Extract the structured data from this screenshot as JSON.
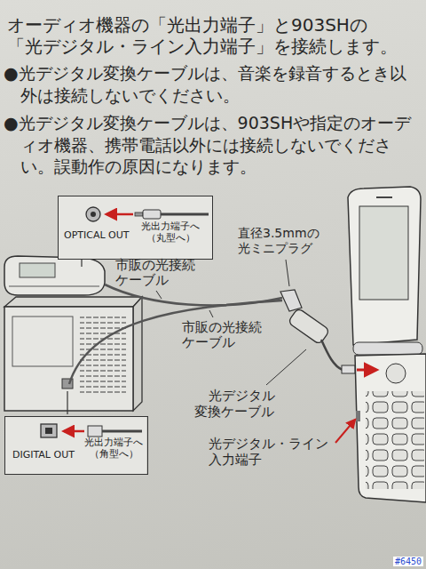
{
  "diagram": {
    "nodes": [
      {
        "text": [
          "OPTICAL OUT",
          "光出力端子へ（丸型へ）"
        ]
      },
      {
        "text": [
          "DIGITAL OUT",
          "光出力端子へ（角型へ）"
        ]
      }
    ],
    "labels": [
      "オーディオ機器の「光出力端子」と903SHの「光デジタル・ライン入力端子」を接続します。",
      "●光デジタル変換ケーブルは、音楽を録音するとき以外は接続しないでください。",
      "●光デジタル変換ケーブルは、903SHや指定のオーディオ機器、携帯電話以外には接続しないでください。誤動作の原因になります。",
      "直径3.5mmの光ミニプラグ",
      "市販の光接続ケーブル",
      "市販の光接続ケーブル",
      "光デジタル変換ケーブル",
      "光デジタル・ライン入力端子",
      "#6450"
    ]
  }
}
